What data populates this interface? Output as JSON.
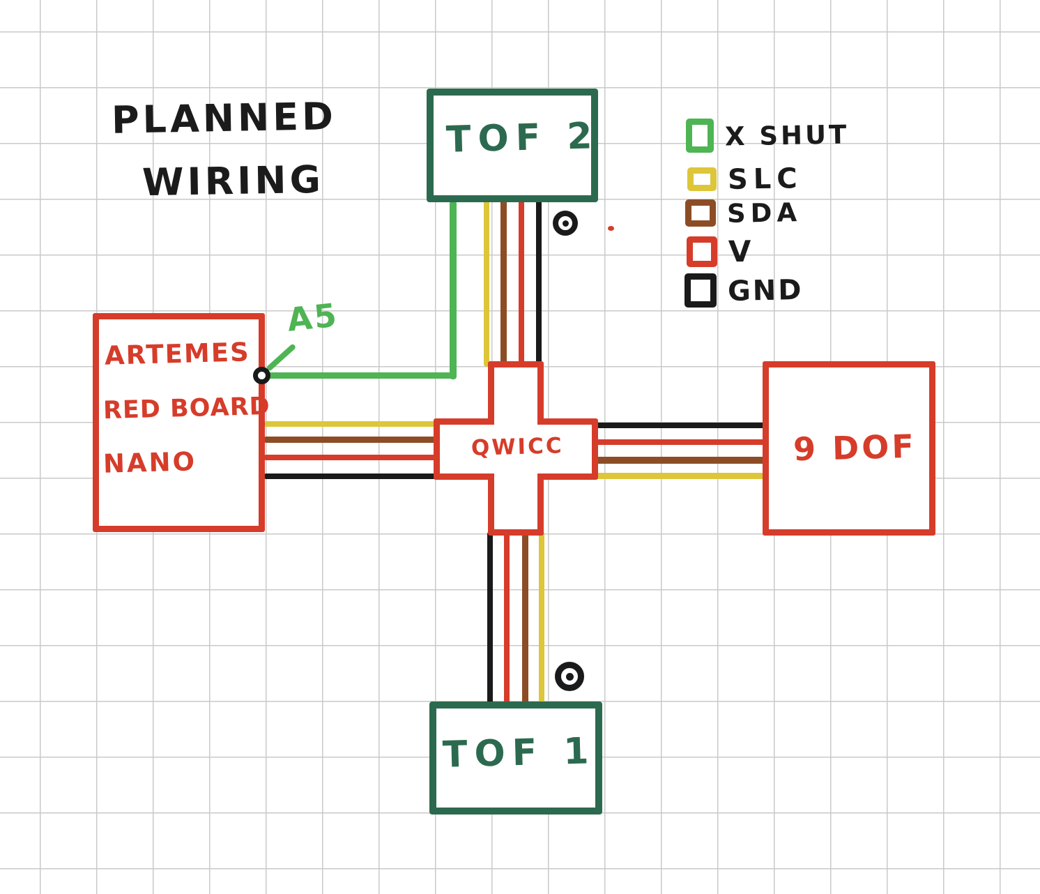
{
  "title": {
    "line1": "PLANNED",
    "line2": "WIRING"
  },
  "legend": {
    "items": [
      {
        "label": "X SHUT",
        "signal": "XSHUT",
        "color": "#4eb454"
      },
      {
        "label": "SLC",
        "signal": "SLC",
        "color": "#ddc639"
      },
      {
        "label": "SDA",
        "signal": "SDA",
        "color": "#8c4d26"
      },
      {
        "label": "V",
        "signal": "V",
        "color": "#d63c2a"
      },
      {
        "label": "GND",
        "signal": "GND",
        "color": "#1a1a1a"
      }
    ]
  },
  "components": {
    "tof2": {
      "label": "TOF 2"
    },
    "tof1": {
      "label": "TOF 1"
    },
    "qwicc": {
      "label": "QWICC"
    },
    "ninedof": {
      "label": "9 DOF"
    },
    "artemis": {
      "line1": "ARTEMES",
      "line2": "RED BOARD",
      "line3": "NANO"
    }
  },
  "annotations": {
    "a5_label": "A5"
  },
  "wires": {
    "artemis_to_qwicc_top_to_bottom": [
      "SLC",
      "SDA",
      "V",
      "GND"
    ],
    "qwicc_to_9dof_top_to_bottom": [
      "GND",
      "V",
      "SDA",
      "SLC"
    ],
    "tof2_to_qwicc_left_to_right": [
      "XSHUT",
      "SLC",
      "SDA",
      "V",
      "GND"
    ],
    "qwicc_to_tof1_left_to_right": [
      "GND",
      "V",
      "SDA",
      "SLC"
    ],
    "xshut_route": "TOF 2 down, left to A5 terminal on ARTEMES RED BOARD NANO"
  },
  "colors": {
    "xshut": "#4eb454",
    "slc": "#ddc639",
    "sda": "#8c4d26",
    "v": "#d63c2a",
    "gnd": "#1a1a1a",
    "boxgreen": "#2c6a50",
    "boxred": "#d63c2a",
    "ink": "#1b1b1b",
    "grid": "#c9c9c9"
  }
}
